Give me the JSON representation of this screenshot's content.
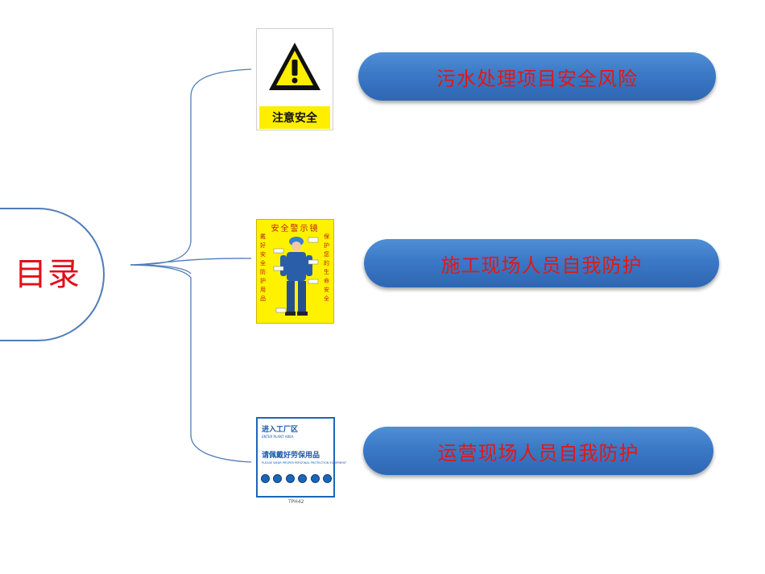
{
  "toc": {
    "title": "目录"
  },
  "items": [
    {
      "label": "污水处理项目安全风险",
      "image": "caution-sign"
    },
    {
      "label": "施工现场人员自我防护",
      "image": "safety-mirror-poster"
    },
    {
      "label": "运营现场人员自我防护",
      "image": "ppe-required-sign"
    }
  ],
  "sign1": {
    "caption": "注意安全",
    "icon": "warning-triangle-icon"
  },
  "sign2": {
    "header": "安全警示镜",
    "left_column": "戴好安全防护用品",
    "right_column": "保护您的生命安全"
  },
  "sign3": {
    "line1": "进入工厂区",
    "line2": "ENTER PLANT AREA",
    "line3": "请佩戴好劳保用品",
    "line4": "PLEASE WEAR PROPER PERSONAL PROTECTION EQUIPMENT",
    "code": "TPH42"
  },
  "colors": {
    "accent_blue": "#3b79c6",
    "label_red": "#e01818",
    "title_red": "#e0101a",
    "connector": "#4f7cb8",
    "sign_yellow": "#fff200"
  }
}
